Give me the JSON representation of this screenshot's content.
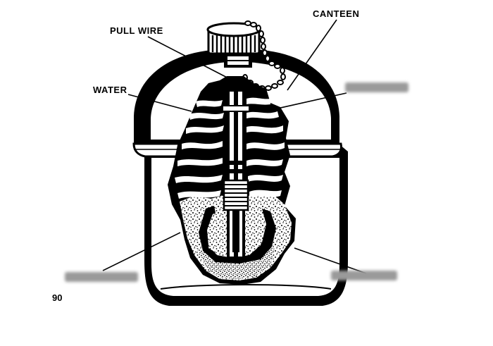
{
  "labels": {
    "pull_wire": "PULL WIRE",
    "canteen": "CANTEEN",
    "water": "WATER"
  },
  "page_number": "90",
  "hidden_labels": [
    {
      "name": "top-right-hidden-label"
    },
    {
      "name": "bottom-left-hidden-label"
    },
    {
      "name": "bottom-right-hidden-label"
    }
  ],
  "colors": {
    "ink": "#000000",
    "paper": "#ffffff",
    "hidden_label": "#9a9a9a"
  }
}
